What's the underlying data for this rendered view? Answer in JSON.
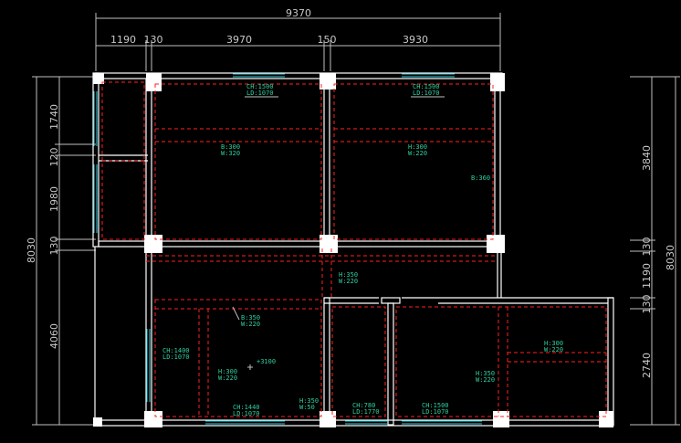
{
  "dimensions": {
    "top_total": "9370",
    "top_segments": [
      "1190",
      "130",
      "3970",
      "150",
      "3930"
    ],
    "left_total": "8030",
    "left_segments": [
      "1740",
      "120",
      "1980",
      "130",
      "4060"
    ],
    "right_total": "8030",
    "right_segments": [
      "3840",
      "130",
      "1190",
      "130",
      "2740"
    ]
  },
  "labels": {
    "win_top_left": [
      "CH:1500",
      "LD:1070"
    ],
    "win_top_right": [
      "CH:1500",
      "LD:1070"
    ],
    "beam_top_left": [
      "B:300",
      "W:320"
    ],
    "beam_top_right": [
      "H:300",
      "W:220"
    ],
    "beam_right_vert": "B:360",
    "beam_center": [
      "H:350",
      "W:220"
    ],
    "beam_lower_left": [
      "B:350",
      "W:220"
    ],
    "win_left": [
      "CH:1400",
      "LD:1070"
    ],
    "beam_lower_mid": [
      "H:300",
      "W:220"
    ],
    "elev": "+3100",
    "win_bottom_1": [
      "CH:1440",
      "LD:1070"
    ],
    "beam_bottom_small": [
      "H:350",
      "W:50"
    ],
    "win_bottom_2": [
      "CH:780",
      "LD:1770"
    ],
    "win_bottom_3": [
      "CH:1500",
      "LD:1070"
    ],
    "beam_lower_right": [
      "H:350",
      "W:220"
    ],
    "beam_far_right": [
      "H:300",
      "W:220"
    ]
  }
}
